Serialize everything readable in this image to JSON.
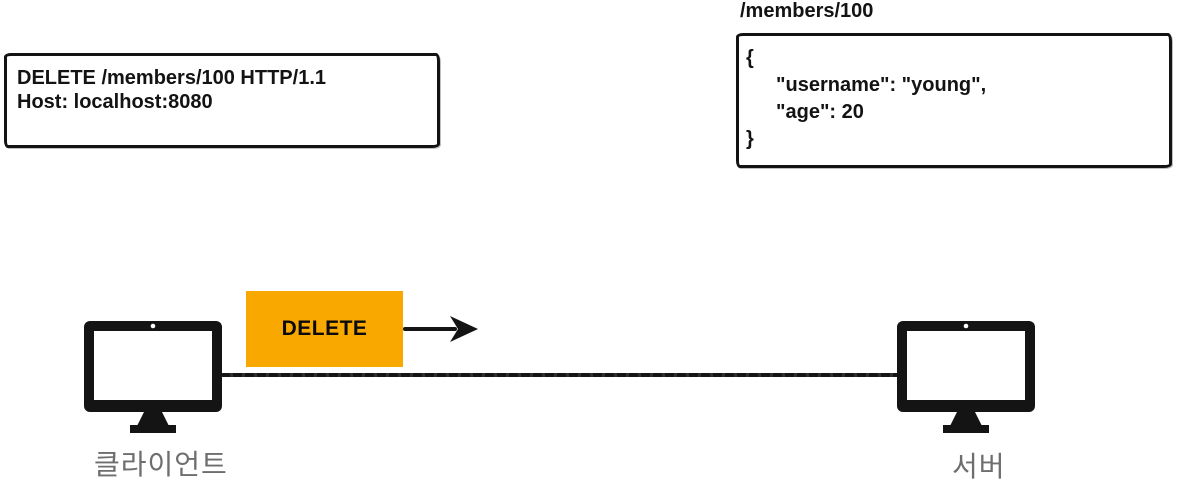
{
  "colors": {
    "accent-orange": "#F9A800",
    "ink": "#131313",
    "label-gray": "#6E6E6E"
  },
  "request_box": {
    "lines": [
      "DELETE /members/100 HTTP/1.1",
      "Host: localhost:8080"
    ]
  },
  "resource_path_label": "/members/100",
  "response_box": {
    "lines": [
      "{",
      "\"username\": \"young\",",
      "\"age\": 20",
      "}"
    ]
  },
  "flow": {
    "method_label": "DELETE",
    "arrow_icon": "arrow-right"
  },
  "client": {
    "label": "클라이언트",
    "icon": "monitor"
  },
  "server": {
    "label": "서버",
    "icon": "monitor"
  }
}
